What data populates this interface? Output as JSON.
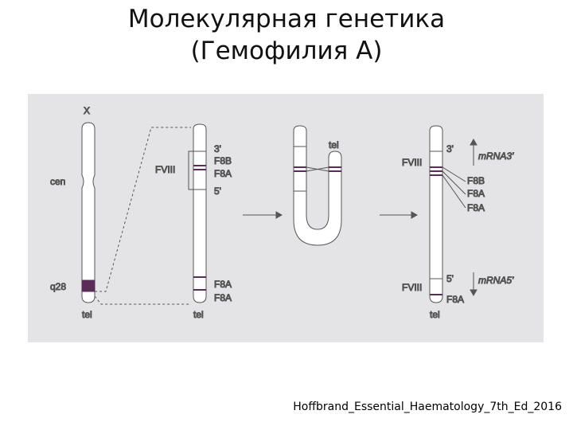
{
  "title": {
    "line1": "Молекулярная генетика",
    "line2": "(Гемофилия А)"
  },
  "diagram": {
    "chromosome": {
      "x_label": "X",
      "cen_label": "cen",
      "q28_label": "q28",
      "tel_label": "tel"
    },
    "panel2": {
      "labels": [
        "3'",
        "F8B",
        "F8A",
        "5'"
      ],
      "fviii_label": "FVIII",
      "bottom_labels": [
        "F8A",
        "F8A"
      ],
      "tel_label": "tel"
    },
    "panel3": {
      "tel_label": "tel"
    },
    "panel4": {
      "top_fviii_label": "FVIII",
      "three_prime_label": "3'",
      "mrna3_label": "mRNA3'",
      "fanned_labels": [
        "F8B",
        "F8A",
        "F8A"
      ],
      "bottom_fviii_label": "FVIII",
      "five_prime_label": "5'",
      "mrna5_label": "mRNA5'",
      "bottom_f8a_label": "F8A",
      "tel_label": "tel"
    },
    "colors": {
      "background": "#e4e4e6",
      "band": "#5a2d58",
      "stroke": "#555555"
    }
  },
  "credit": "Hoffbrand_Essential_Haematology_7th_Ed_2016"
}
